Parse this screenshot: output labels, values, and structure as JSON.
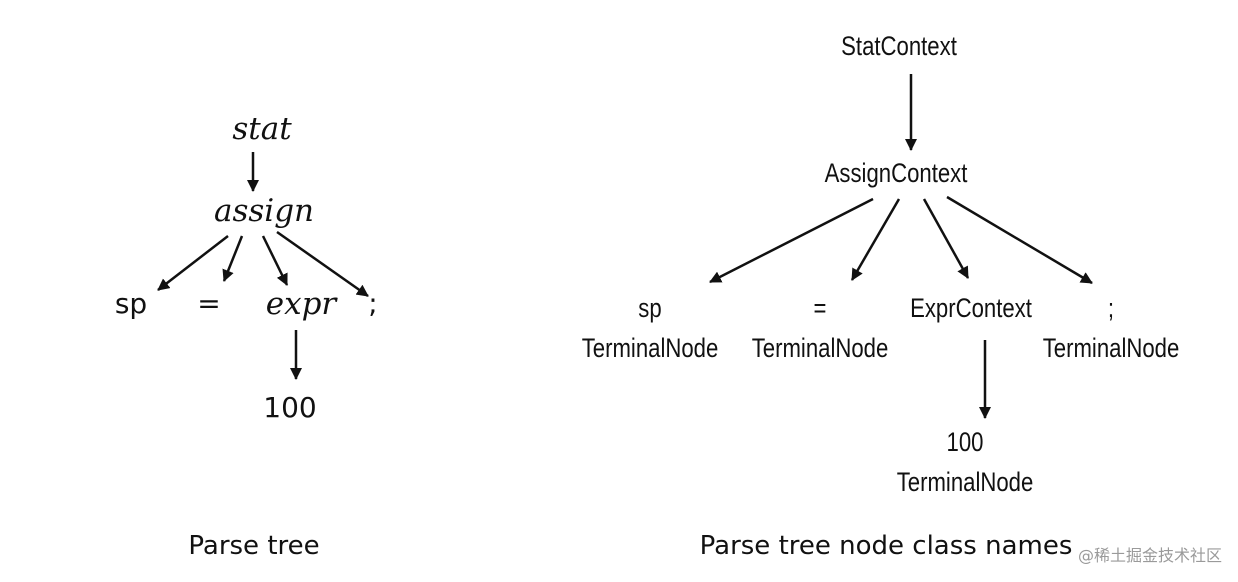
{
  "parse_tree": {
    "nodes": {
      "stat": "stat",
      "assign": "assign",
      "sp": "sp",
      "eq": "=",
      "expr": "expr",
      "semi": ";",
      "num": "100"
    },
    "caption": "Parse tree"
  },
  "class_tree": {
    "nodes": {
      "stat_context": "StatContext",
      "assign_context": "AssignContext",
      "sp_value": "sp",
      "sp_class": "TerminalNode",
      "eq_value": "=",
      "eq_class": "TerminalNode",
      "expr_context": "ExprContext",
      "semi_value": ";",
      "semi_class": "TerminalNode",
      "num_value": "100",
      "num_class": "TerminalNode"
    },
    "caption": "Parse tree node class names"
  },
  "watermark": "@稀土掘金技术社区",
  "colors": {
    "ink": "#111111",
    "background": "#ffffff",
    "watermark": "#9a9a9a"
  }
}
